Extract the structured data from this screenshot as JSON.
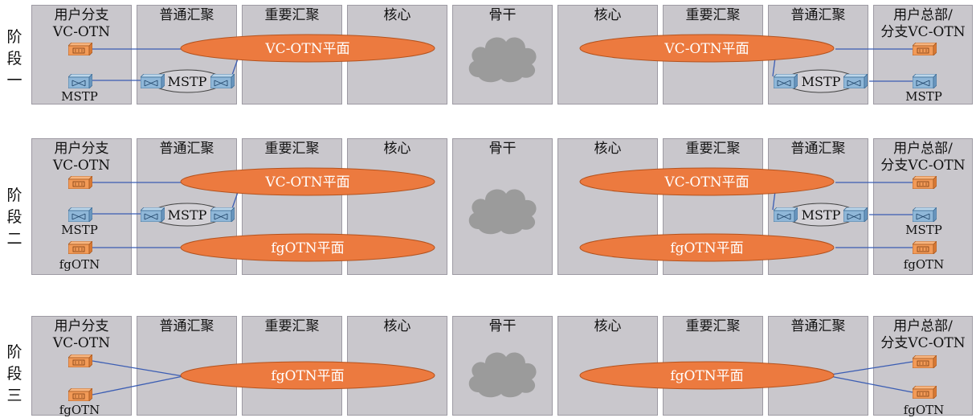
{
  "stages": [
    {
      "label": [
        "阶",
        "段",
        "一"
      ]
    },
    {
      "label": [
        "阶",
        "段",
        "二"
      ]
    },
    {
      "label": [
        "阶",
        "段",
        "三"
      ]
    }
  ],
  "columns": {
    "left_branch": "用户分支",
    "general_aggregation": "普通汇聚",
    "important_aggregation": "重要汇聚",
    "core": "核心",
    "backbone": "骨干",
    "right_hq": "用户总部/"
  },
  "labels": {
    "vc_otn": "VC-OTN",
    "branch_vc_otn": "分支VC-OTN",
    "mstp": "MSTP",
    "fgotn": "fgOTN",
    "vc_otn_plane": "VC-OTN平面",
    "fgotn_plane": "fgOTN平面"
  },
  "colors": {
    "ellipse_fill": "#ec7a3f",
    "ellipse_stroke": "#b4521d",
    "cloud": "#9b9b9b",
    "link": "#3b5db3",
    "column_bg": "#c9c7cc",
    "otn_device": "#f29a57",
    "mstp_device": "#8fb7d8"
  },
  "icons": [
    "otn-device-icon",
    "mstp-device-icon",
    "cloud-icon"
  ]
}
